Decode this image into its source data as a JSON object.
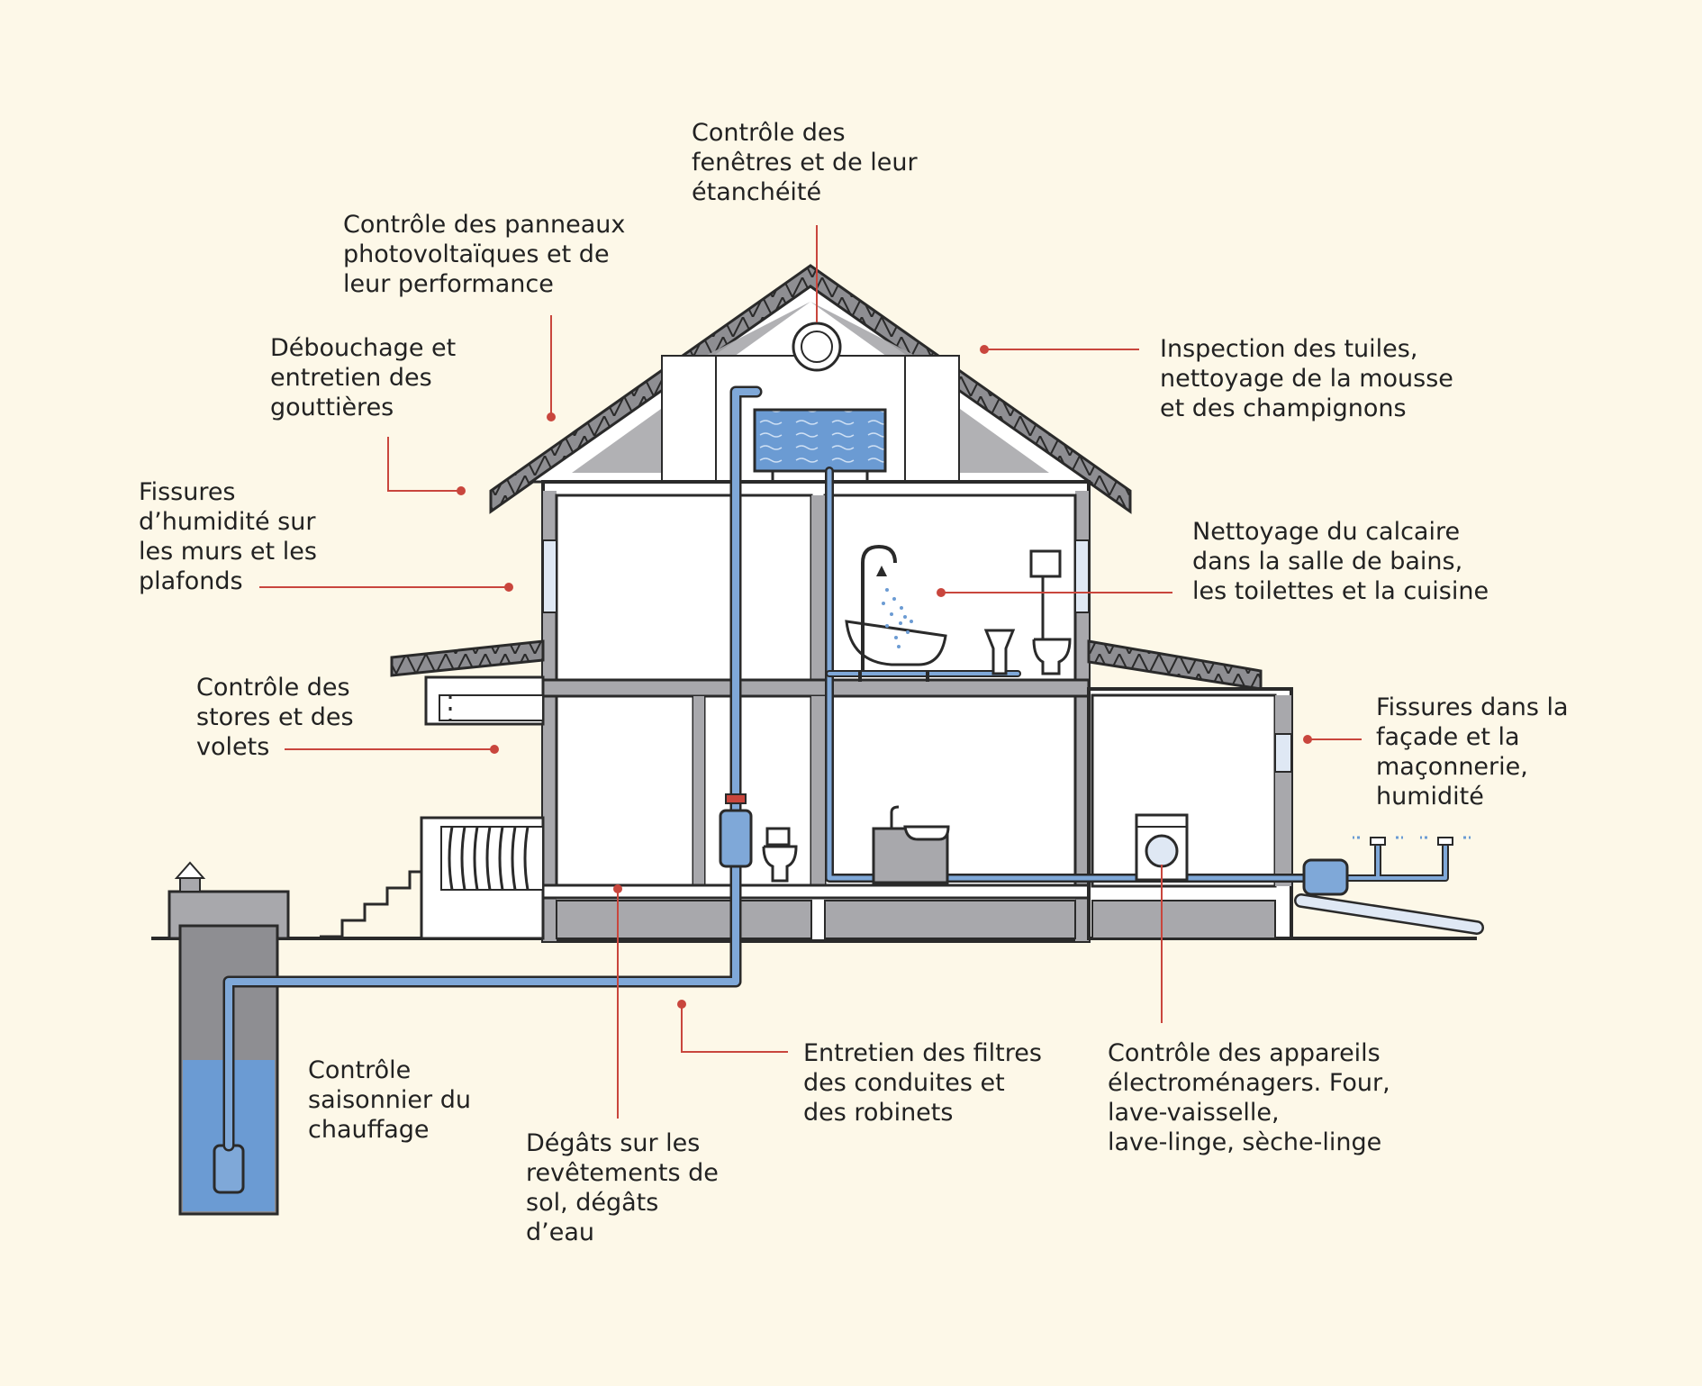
{
  "colors": {
    "background": "#fdf8e8",
    "outline": "#2a2a2a",
    "wall_gray": "#a8a8ac",
    "roof_gray": "#8e8e92",
    "pipe_blue": "#7fa8d8",
    "water_blue": "#6b9bd3",
    "leader_red": "#c9463d",
    "text": "#222222"
  },
  "labels": {
    "windows": "Contrôle des\nfenêtres et de leur\nétanchéité",
    "solar": "Contrôle des panneaux\nphotovoltaïques et de\nleur performance",
    "gutters": "Débouchage et\nentretien des\ngouttières",
    "tiles": "Inspection des tuiles,\nnettoyage de la mousse\net des champignons",
    "humidity_walls": "Fissures\nd’humidité sur\nles murs et les\nplafonds",
    "limescale": "Nettoyage du calcaire\ndans la salle de bains,\nles toilettes et la cuisine",
    "blinds": "Contrôle des\nstores et des\nvolets",
    "facade": "Fissures dans la\nfaçade et la\nmaçonnerie,\nhumidité",
    "heating": "Contrôle\nsaisonnier du\nchauffage",
    "filters": "Entretien des filtres\ndes conduites et\ndes robinets",
    "appliances": "Contrôle des appareils\nélectroménagers. Four,\nlave-vaisselle,\nlave-linge, sèche-linge",
    "floors": "Dégâts sur les\nrevêtements de\nsol, dégâts\nd’eau"
  }
}
